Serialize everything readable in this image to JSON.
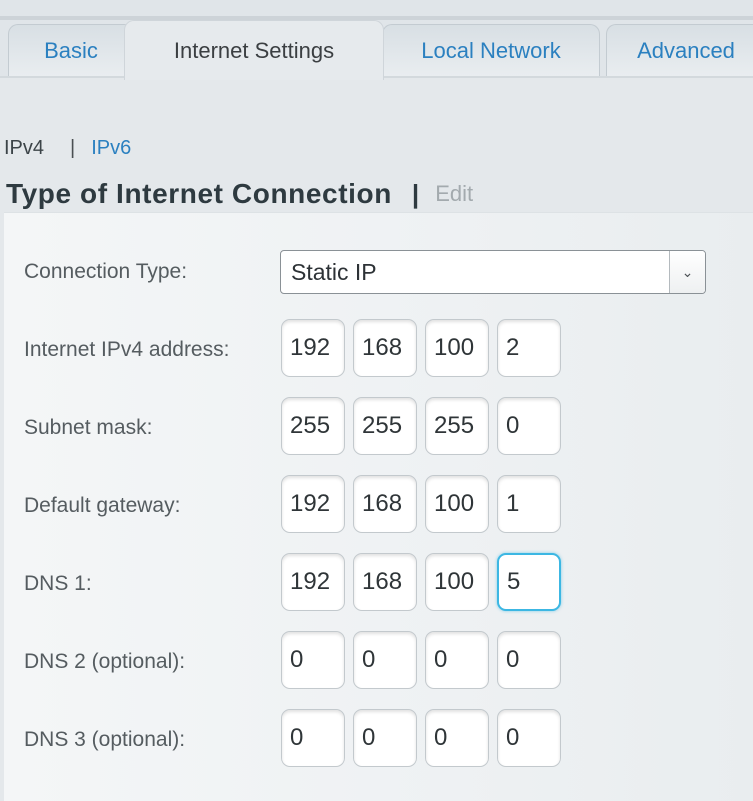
{
  "tabs": [
    {
      "label": "Basic",
      "active": false
    },
    {
      "label": "Internet Settings",
      "active": true
    },
    {
      "label": "Local Network",
      "active": false
    },
    {
      "label": "Advanced",
      "active": false
    }
  ],
  "protocols": {
    "ipv4": "IPv4",
    "separator": "|",
    "ipv6": "IPv6"
  },
  "section": {
    "title": "Type of Internet Connection",
    "separator": "|",
    "edit_label": "Edit"
  },
  "connection": {
    "label": "Connection Type:",
    "value": "Static IP",
    "caret": "⌄"
  },
  "fields": [
    {
      "label": "Internet IPv4 address:",
      "octets": [
        "192",
        "168",
        "100",
        "2"
      ]
    },
    {
      "label": "Subnet mask:",
      "octets": [
        "255",
        "255",
        "255",
        "0"
      ]
    },
    {
      "label": "Default gateway:",
      "octets": [
        "192",
        "168",
        "100",
        "1"
      ]
    },
    {
      "label": "DNS 1:",
      "octets": [
        "192",
        "168",
        "100",
        "5"
      ]
    },
    {
      "label": "DNS 2 (optional):",
      "octets": [
        "0",
        "0",
        "0",
        "0"
      ]
    },
    {
      "label": "DNS 3 (optional):",
      "octets": [
        "0",
        "0",
        "0",
        "0"
      ]
    }
  ],
  "colors": {
    "link": "#2b80c0",
    "focus": "#3cb7e3",
    "title": "#2e3a40"
  }
}
